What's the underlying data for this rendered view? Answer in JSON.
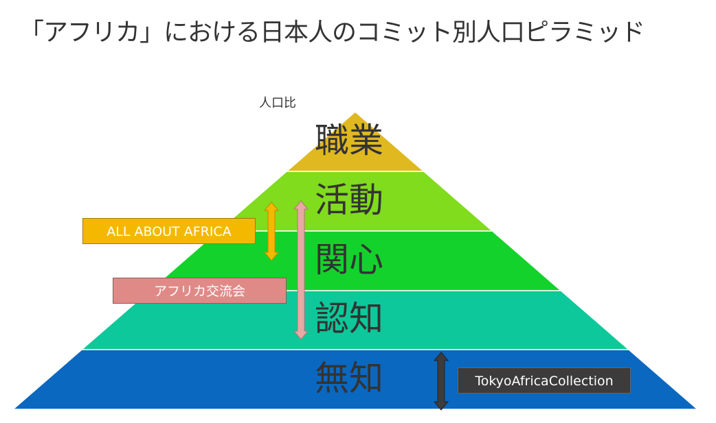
{
  "title": "「アフリカ」における日本人のコミット別人口ピラミッド",
  "axis_label": "人口比",
  "layers": [
    {
      "label": "職業",
      "color": "#e0b820"
    },
    {
      "label": "活動",
      "color": "#80dc1c"
    },
    {
      "label": "関心",
      "color": "#14d22c"
    },
    {
      "label": "認知",
      "color": "#0cc89a"
    },
    {
      "label": "無知",
      "color": "#0a68c0"
    }
  ],
  "callouts": [
    {
      "label": "ALL ABOUT AFRICA",
      "color": "#f5b800"
    },
    {
      "label": "アフリカ交流会",
      "color": "#e08a88"
    },
    {
      "label": "TokyoAfricaCollection",
      "color": "#3c3c3c"
    }
  ]
}
